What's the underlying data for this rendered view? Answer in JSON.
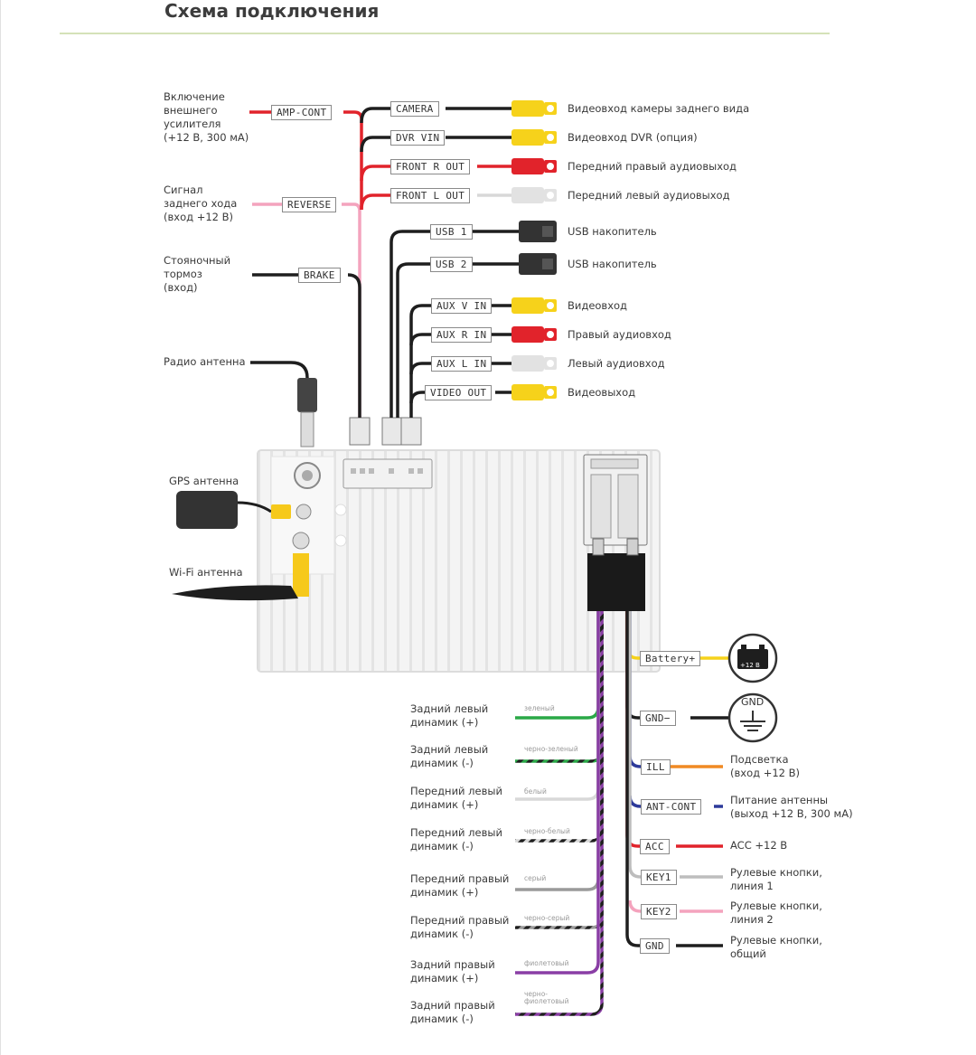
{
  "title": "Схема подключения",
  "colors": {
    "red": "#e1232b",
    "yellow": "#f6d21b",
    "pink": "#f4a3bd",
    "black": "#1e1e1e",
    "green": "#2aa847",
    "white": "#cfcfcf",
    "gray": "#9a9a9a",
    "purple": "#8a3ea5",
    "orange": "#f08a24",
    "blue": "#2d3a9a",
    "accent": "#c7d9a0"
  },
  "top_left": {
    "amp_label": "Включение\nвнешнего\nусилителя\n(+12 В, 300 мА)",
    "reverse_label": "Сигнал\nзаднего хода\n(вход +12 В)",
    "brake_label": "Стояночный\nтормоз\n(вход)",
    "radio_label": "Радио антенна",
    "gps_label": "GPS антенна",
    "wifi_label": "Wi-Fi антенна"
  },
  "tags": {
    "amp_cont": "AMP-CONT",
    "reverse": "REVERSE",
    "brake": "BRAKE",
    "camera": "CAMERA",
    "dvr_vin": "DVR VIN",
    "front_r_out": "FRONT R OUT",
    "front_l_out": "FRONT L OUT",
    "usb1": "USB 1",
    "usb2": "USB 2",
    "aux_v_in": "AUX V IN",
    "aux_r_in": "AUX R IN",
    "aux_l_in": "AUX L IN",
    "video_out": "VIDEO OUT",
    "battery": "Battery+",
    "gnd_minus": "GND−",
    "ill": "ILL",
    "ant_cont": "ANT-CONT",
    "acc": "ACC",
    "key1": "KEY1",
    "key2": "KEY2",
    "gnd": "GND"
  },
  "right_top": {
    "camera": "Видеовход камеры заднего вида",
    "dvr": "Видеовход DVR (опция)",
    "front_r": "Передний правый аудиовыход",
    "front_l": "Передний левый аудиовыход",
    "usb1": "USB накопитель",
    "usb2": "USB накопитель",
    "aux_v": "Видеовход",
    "aux_r": "Правый аудиовход",
    "aux_l": "Левый аудиовход",
    "video_out": "Видеовыход"
  },
  "battery_badge": "+12 В",
  "gnd_symbol_text": "GND",
  "right_bottom": {
    "ill": "Подсветка\n(вход +12 В)",
    "ant": "Питание антенны\n(выход +12 В, 300 мА)",
    "acc": "ACC +12 В",
    "key1": "Рулевые кнопки,\nлиния 1",
    "key2": "Рулевые кнопки,\nлиния 2",
    "gnd": "Рулевые кнопки,\nобщий"
  },
  "speakers": {
    "rl_plus": "Задний левый\nдинамик (+)",
    "rl_minus": "Задний левый\nдинамик (-)",
    "fl_plus": "Передний левый\nдинамик (+)",
    "fl_minus": "Передний левый\nдинамик (-)",
    "fr_plus": "Передний правый\nдинамик (+)",
    "fr_minus": "Передний правый\nдинамик (-)",
    "rr_plus": "Задний правый\nдинамик (+)",
    "rr_minus": "Задний правый\nдинамик (-)"
  },
  "wire_colors": {
    "green": "зеленый",
    "black_green": "черно-зеленый",
    "white": "белый",
    "black_white": "черно-белый",
    "gray": "серый",
    "black_gray": "черно-серый",
    "purple": "фиолетовый",
    "black_purple": "черно-\nфиолетовый"
  }
}
